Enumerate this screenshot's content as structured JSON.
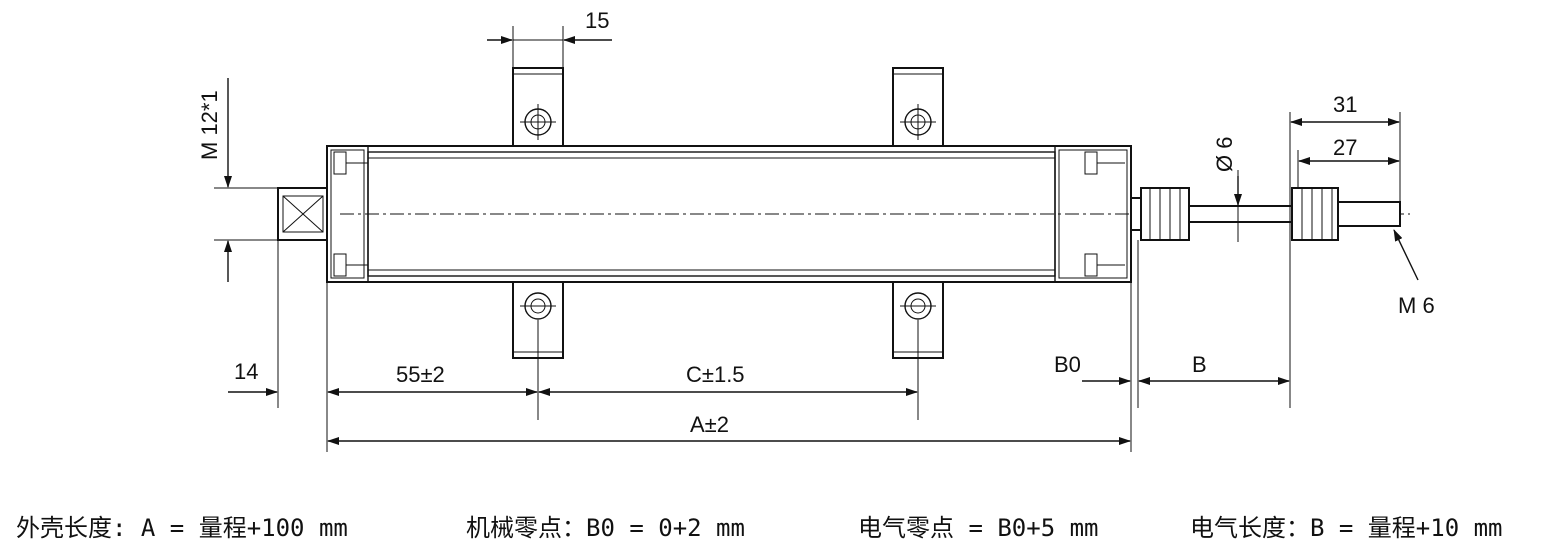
{
  "dimensions": {
    "top_width": "15",
    "thread_left": "M 12*1",
    "dia_shaft": "Ø 6",
    "rod_31": "31",
    "rod_27": "27",
    "thread_right": "M 6",
    "left_14": "14",
    "offset_55": "55±2",
    "mount_c": "C±1.5",
    "total_a": "A±2",
    "b0": "B0",
    "b": "B"
  },
  "notes": [
    "外壳长度: A = 量程+100 mm",
    "机械零点：B0 = 0+2 mm",
    "电气零点 = B0+5 mm",
    "电气长度：B = 量程+10 mm"
  ]
}
